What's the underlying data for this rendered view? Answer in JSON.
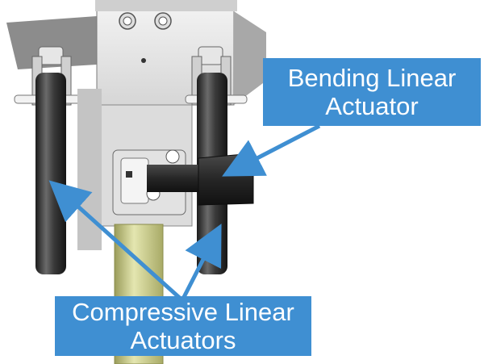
{
  "colors": {
    "callout_fill": "#3f8fd2",
    "callout_text": "#ffffff",
    "arrow": "#3f8fd2",
    "actuator_rod": "#3a3a3a",
    "housing": "#e8e8e8",
    "tube": "#d9dca0"
  },
  "labels": {
    "bending": {
      "line1": "Bending Linear",
      "line2": "Actuator"
    },
    "compressive": {
      "line1": "Compressive Linear",
      "line2": "Actuators"
    }
  }
}
